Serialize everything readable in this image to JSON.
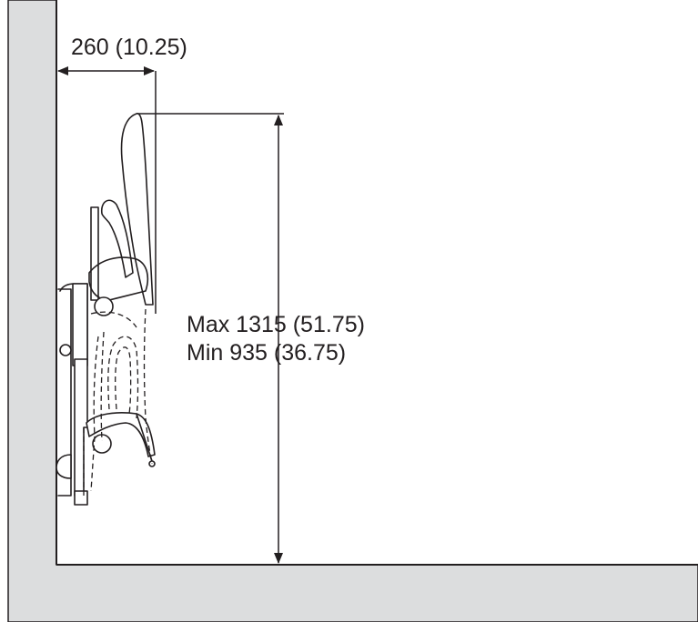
{
  "dimensions": {
    "depth": "260 (10.25)",
    "height_max": "Max 1315 (51.75)",
    "height_min": "Min 935 (36.75)"
  },
  "colors": {
    "wall": "#dcddde",
    "line": "#231f20",
    "background": "#ffffff"
  },
  "icons": {
    "object": "wall-mounted-folding-chair"
  }
}
